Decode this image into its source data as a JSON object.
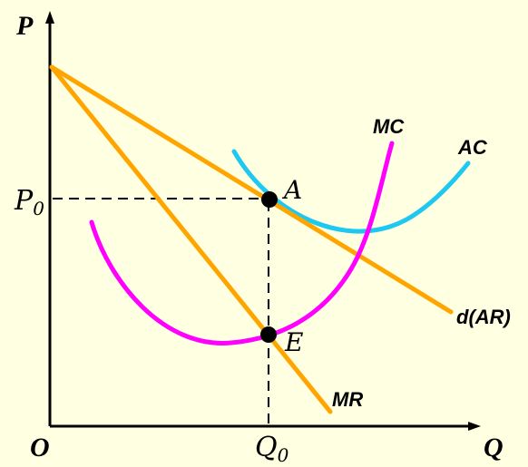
{
  "labels": {
    "y_axis": "P",
    "x_axis": "Q",
    "origin": "O",
    "price": "P",
    "price_sub": "0",
    "quantity": "Q",
    "quantity_sub": "0",
    "point_a": "A",
    "point_e": "E",
    "mc": "MC",
    "ac": "AC",
    "demand": "d(AR)",
    "mr": "MR"
  },
  "colors": {
    "background": "#FFFFE1",
    "axes": "#000000",
    "demand": "#FFA500",
    "mr": "#FFA500",
    "mc": "#FF00FF",
    "ac": "#1EC8F0",
    "points": "#000000"
  }
}
